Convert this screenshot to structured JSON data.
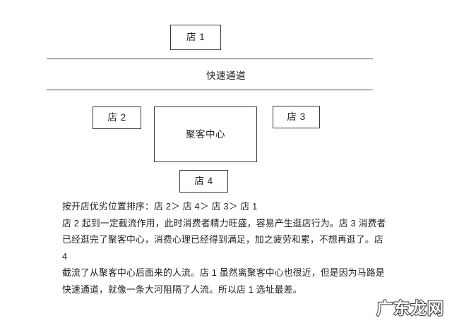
{
  "diagram": {
    "shop1": {
      "label": "店 1"
    },
    "shop2": {
      "label": "店 2"
    },
    "shop3": {
      "label": "店 3"
    },
    "shop4": {
      "label": "店 4"
    },
    "hub": {
      "label": "聚客中心"
    },
    "corridor": {
      "label": "快速通道"
    }
  },
  "body_text": {
    "ranking_line": "按开店优劣位置排序：店 2＞ 店 4＞ 店 3＞ 店 1",
    "paragraph_line_1": "店 2 起到一定截流作用，此时消费者精力旺盛，容易产生逛店行为。店 3 消费者",
    "paragraph_line_2": "已经逛完了聚客中心，消费心理已经得到满足，加之疲劳和累，不想再逛了。店 4",
    "paragraph_line_3": "截流了从聚客中心后面来的人流。店 1 虽然离聚客中心也很近，但是因为马路是",
    "paragraph_line_4": "快速通道，就像一条大河阻隔了人流。所以店 1 选址最差。"
  },
  "watermark": {
    "text": "广东龙网"
  },
  "colors": {
    "background": "#ffffff",
    "border": "#3a3a3a",
    "text": "#1f1f1f",
    "watermark_stroke": "#3d3d3d"
  }
}
